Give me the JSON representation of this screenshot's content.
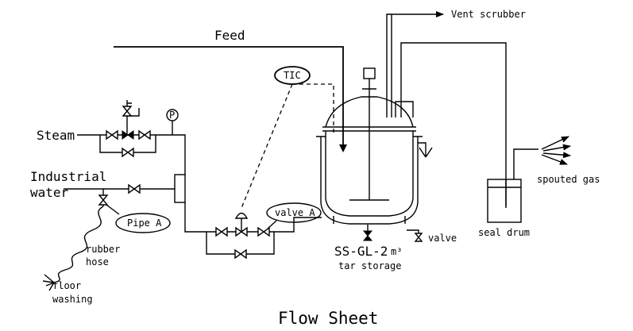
{
  "diagram": {
    "title": "Flow Sheet",
    "labels": {
      "feed": "Feed",
      "vent_scrubber": "Vent scrubber",
      "steam": "Steam",
      "industrial_water_line1": "Industrial",
      "industrial_water_line2": "water",
      "pipe_a": "Pipe A",
      "rubber_hose_line1": "rubber",
      "rubber_hose_line2": "hose",
      "floor_washing_line1": "floor",
      "floor_washing_line2": "washing",
      "tic": "TIC",
      "valve_a": "valve A",
      "vessel_code": "SS-GL-2",
      "vessel_unit": "m³",
      "tar_storage": "tar storage",
      "valve": "valve",
      "seal_drum": "seal drum",
      "spouted_gas": "spouted gas",
      "pressure_gauge": "P"
    }
  }
}
